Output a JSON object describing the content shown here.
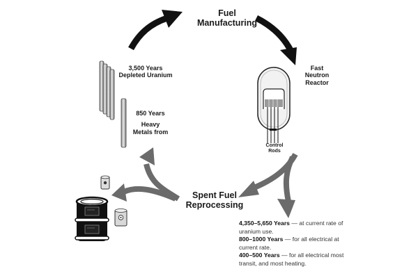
{
  "labels": {
    "fuel_manufacturing": [
      "Fuel",
      "Manufacturing"
    ],
    "fast_neutron_reactor": [
      "Fast",
      "Neutron",
      "Reactor"
    ],
    "control_rods": [
      "Control",
      "Rods"
    ],
    "spent_fuel_reprocessing": [
      "Spent Fuel",
      "Reprocessing"
    ],
    "depleted_uranium": [
      "3,500 Years",
      "Depleted Uranium"
    ],
    "heavy_metals": [
      "850 Years",
      "Heavy",
      "Metals from"
    ]
  },
  "notes": [
    {
      "bold": "4,350–5,650 Years",
      "text": " — at current rate of uranium use."
    },
    {
      "bold": "800–1000 Years",
      "text": " — for all electrical at current rate."
    },
    {
      "bold": "400–500 Years",
      "text": " — for all electrical most transit, and most heating."
    }
  ],
  "colors": {
    "cycle_arrow": "#111111",
    "output_arrow": "#6b6b6b",
    "rod_fill": "#b5b5b5"
  }
}
